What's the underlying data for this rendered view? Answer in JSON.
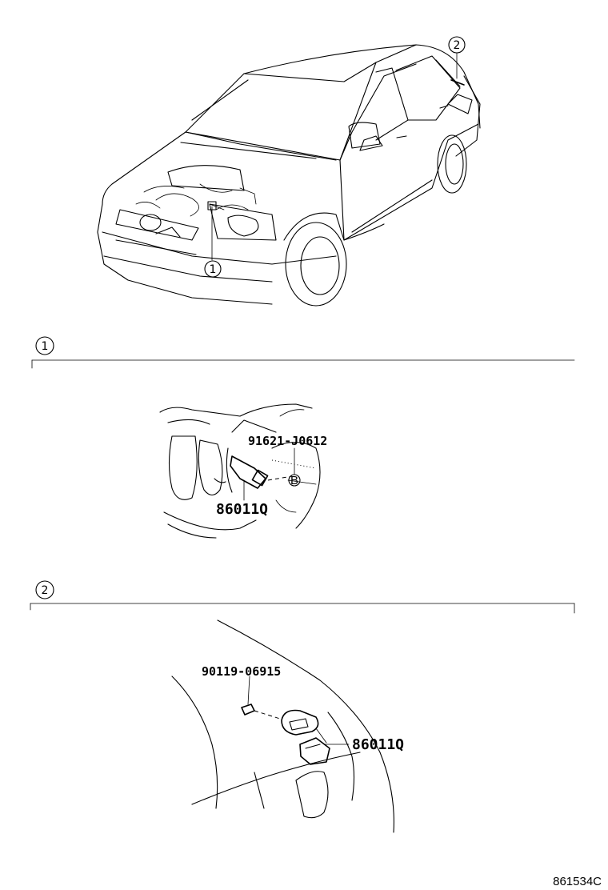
{
  "callouts": {
    "c1": "1",
    "c2": "2"
  },
  "section1": {
    "number": "1",
    "labels": {
      "bolt": "91621-J0612",
      "sensor": "86011Q"
    }
  },
  "section2": {
    "number": "2",
    "labels": {
      "screw": "90119-06915",
      "sensor": "86011Q"
    }
  },
  "figure_code": "861534C"
}
